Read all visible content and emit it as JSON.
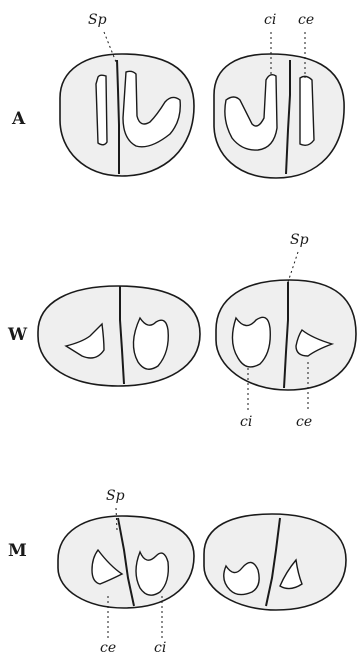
{
  "rows": [
    {
      "letter": "A"
    },
    {
      "letter": "W"
    },
    {
      "letter": "M"
    }
  ],
  "labels": {
    "septum": "Sp",
    "inner_cavity": "ci",
    "outer_cavity": "ce"
  }
}
